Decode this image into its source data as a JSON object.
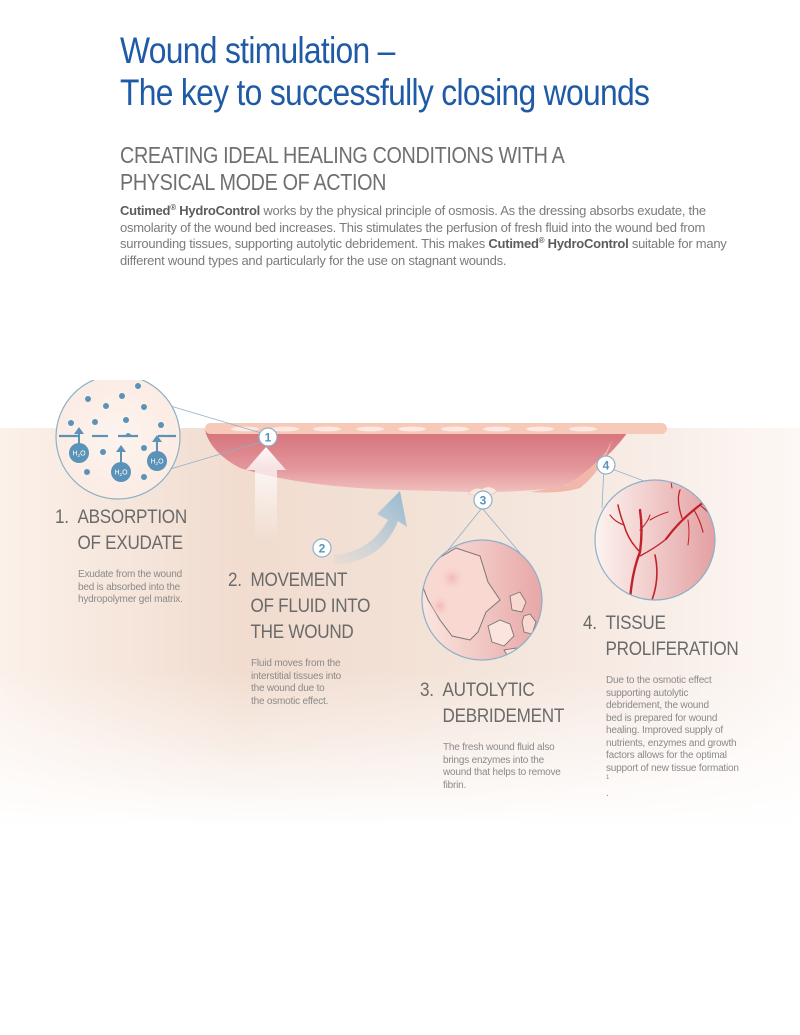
{
  "header": {
    "title_line1": "Wound stimulation –",
    "title_line2": "The key to successfully closing wounds",
    "subtitle_line1": "CREATING IDEAL HEALING CONDITIONS WITH A",
    "subtitle_line2": "PHYSICAL MODE OF ACTION"
  },
  "intro": {
    "brand": "Cutimed",
    "registered": "®",
    "product": " HydroControl",
    "part1": " works by the physical principle of osmosis. As the dressing absorbs exudate, the osmolarity of the wound bed increases. This stimulates the perfusion of fresh fluid into the wound bed from surrounding tissues, supporting autolytic debridement. This makes ",
    "part2": " suitable for many different wound types and particularly for the use on stagnant wounds."
  },
  "illustration": {
    "molecule_label": "H2O",
    "markers": [
      "1",
      "2",
      "3",
      "4"
    ],
    "colors": {
      "blue": "#1f5aa6",
      "marker_blue": "#5b93b8",
      "wound_red": "#d9787d",
      "dressing_pink": "#f4c4b2",
      "vessel_red": "#c0222a"
    }
  },
  "steps": [
    {
      "number": "1.",
      "title_lines": [
        "ABSORPTION",
        "OF EXUDATE"
      ],
      "body_lines": [
        "Exudate from the wound",
        "bed is absorbed into the",
        "hydropolymer gel matrix."
      ]
    },
    {
      "number": "2.",
      "title_lines": [
        "MOVEMENT",
        "OF FLUID INTO",
        "THE WOUND"
      ],
      "body_lines": [
        "Fluid moves from the",
        "interstitial tissues into",
        "the wound due to",
        "the osmotic effect."
      ]
    },
    {
      "number": "3.",
      "title_lines": [
        "AUTOLYTIC",
        "DEBRIDEMENT"
      ],
      "body_lines": [
        "The fresh wound fluid also",
        "brings enzymes into the",
        "wound that helps to remove",
        "fibrin."
      ]
    },
    {
      "number": "4.",
      "title_lines": [
        "TISSUE",
        "PROLIFERATION"
      ],
      "body_lines": [
        "Due to the osmotic effect",
        "supporting autolytic",
        "debridement, the wound",
        "bed is prepared for wound",
        "healing. Improved supply of",
        "nutrients, enzymes and growth",
        "factors allows for the optimal",
        "support of new tissue formation"
      ],
      "footnote": "1",
      "footnote_suffix": "."
    }
  ]
}
